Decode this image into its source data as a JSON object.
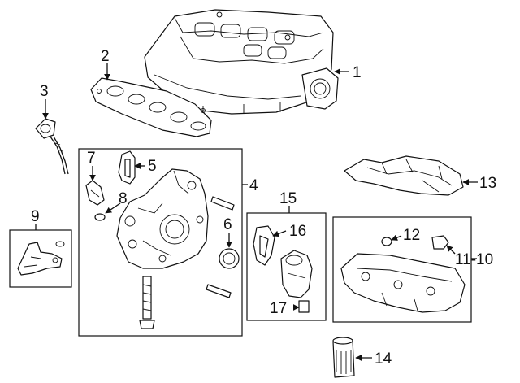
{
  "callouts": {
    "c1": "1",
    "c2": "2",
    "c3": "3",
    "c4": "4",
    "c5": "5",
    "c6": "6",
    "c7": "7",
    "c8": "8",
    "c9": "9",
    "c10": "11-10",
    "c12": "12",
    "c13": "13",
    "c14": "14",
    "c15": "15",
    "c16": "16",
    "c17": "17"
  }
}
